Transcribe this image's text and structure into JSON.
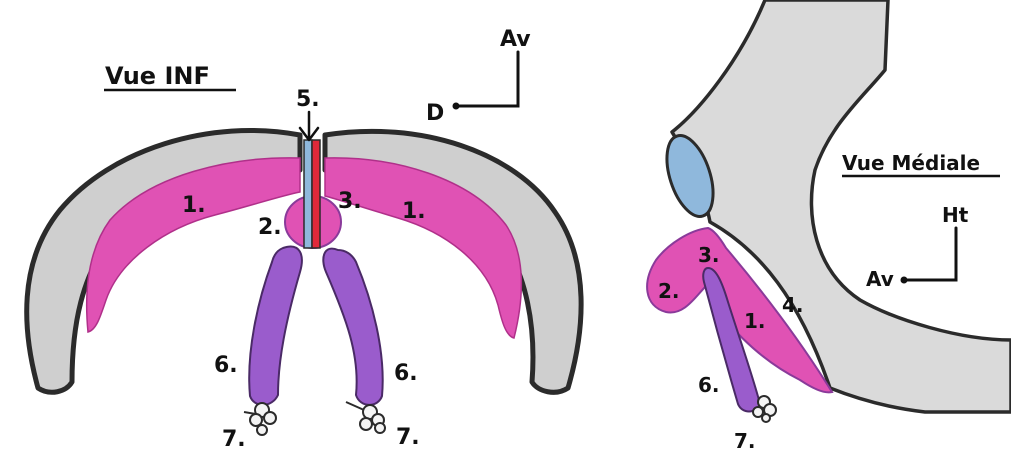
{
  "views": {
    "inferior": {
      "title": "Vue INF",
      "orientation": {
        "anterior": "Av",
        "right": "D"
      },
      "labels": [
        "1.",
        "1.",
        "2.",
        "3.",
        "5.",
        "6.",
        "6.",
        "7.",
        "7."
      ]
    },
    "medial": {
      "title": "Vue Médiale",
      "orientation": {
        "up": "Ht",
        "anterior": "Av"
      },
      "labels": [
        "1.",
        "2.",
        "3.",
        "4.",
        "6.",
        "7."
      ]
    }
  },
  "colors": {
    "gray_structure": "#cfcfcf",
    "outline": "#2b2b2b",
    "pink": "#e052b4",
    "purple": "#9a5ccc",
    "blue": "#8fb8dc",
    "red": "#e0293a",
    "green": "#7fc46f"
  }
}
